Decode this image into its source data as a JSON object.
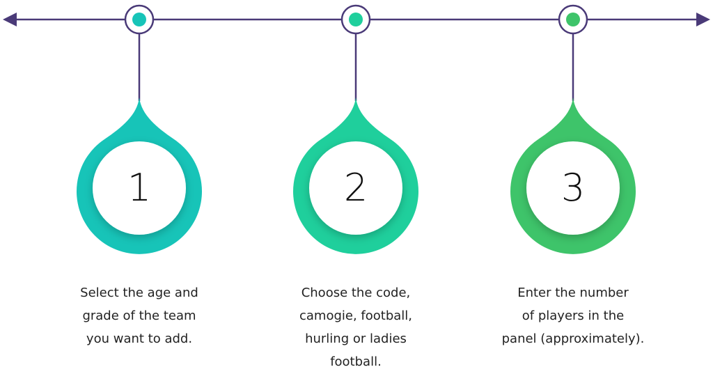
{
  "timeline": {
    "line_color": "#4a3a78"
  },
  "steps": [
    {
      "number": "1",
      "color": "#17c4b8",
      "color_light": "#24cfc0",
      "description": [
        "Select the age and",
        "grade of the team",
        "you want to add."
      ]
    },
    {
      "number": "2",
      "color": "#1fcf9c",
      "color_light": "#2bd6a6",
      "description": [
        "Choose the code,",
        "camogie, football,",
        "hurling or ladies",
        "football."
      ]
    },
    {
      "number": "3",
      "color": "#3ec46a",
      "color_light": "#4ccf76",
      "description": [
        "Enter the number",
        "of players in the",
        "panel (approximately)."
      ]
    }
  ]
}
